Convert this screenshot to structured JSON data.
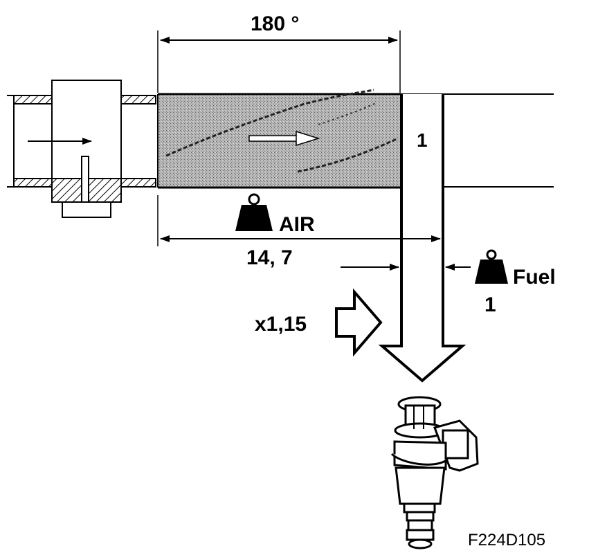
{
  "labels": {
    "angle": "180 °",
    "air_label": "AIR",
    "ratio_air": "14, 7",
    "fuel_label": "Fuel",
    "ratio_fuel": "1",
    "section_number": "1",
    "multiplier": "x1,15",
    "figure_code": "F224D105"
  },
  "colors": {
    "line": "#000000",
    "background": "#ffffff",
    "air_fill": "#9a9a9a"
  }
}
